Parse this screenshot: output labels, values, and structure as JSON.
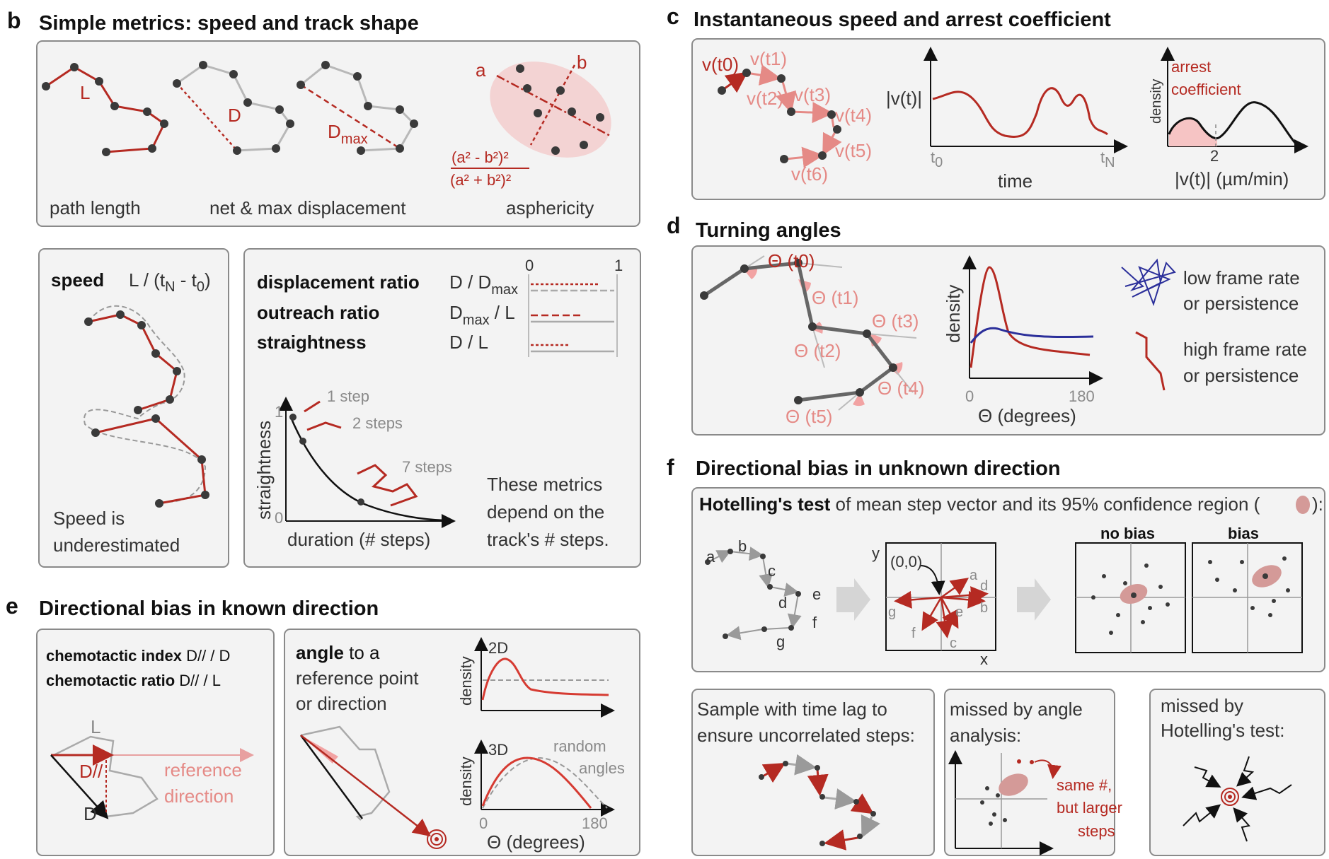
{
  "b": {
    "letter": "b",
    "title": "Simple metrics: speed and track shape",
    "label_L": "L",
    "label_D": "D",
    "label_Dmax": "D",
    "label_max_sub": "max",
    "label_a": "a",
    "label_b": "b",
    "asph_num": "(a² - b²)²",
    "asph_den": "(a² + b²)²",
    "cap_path": "path length",
    "cap_disp": "net & max displacement",
    "cap_asph": "asphericity",
    "speed_title": "speed",
    "speed_formula": "L / (t",
    "speed_formula_N": "N",
    "speed_formula_mid": " - t",
    "speed_formula_0": "0",
    "speed_formula_end": ")",
    "speed_note1": "Speed is",
    "speed_note2": "underestimated",
    "ratio_scale0": "0",
    "ratio_scale1": "1",
    "ratios": [
      {
        "name": "displacement ratio",
        "formula": "D / D",
        "sub": "max"
      },
      {
        "name": "outreach ratio",
        "formula": "D",
        "sub": "max",
        "tail": " / L"
      },
      {
        "name": "straightness",
        "formula": "D / L"
      }
    ],
    "straight_ylabel": "straightness",
    "straight_xlabel": "duration (# steps)",
    "straight_y1": "1",
    "straight_y0": "0",
    "step1": "1 step",
    "step2": "2 steps",
    "step7": "7 steps",
    "note1": "These metrics",
    "note2": "depend on the",
    "note3": "track's # steps."
  },
  "c": {
    "letter": "c",
    "title": "Instantaneous speed and arrest coefficient",
    "v_labels": [
      "v(t0)",
      "v(t1)",
      "v(t2)",
      "v(t3)",
      "v(t4)",
      "v(t5)",
      "v(t6)"
    ],
    "speed_ylabel": "|v(t)|",
    "speed_xlabel": "time",
    "t0": "t",
    "t0_sub": "0",
    "tN": "t",
    "tN_sub": "N",
    "arrest1": "arrest",
    "arrest2": "coefficient",
    "density": "density",
    "tick2": "2",
    "hist_xlabel": "|v(t)| (µm/min)"
  },
  "d": {
    "letter": "d",
    "title": "Turning angles",
    "theta_labels": [
      "Θ (t0)",
      "Θ (t1)",
      "Θ (t2)",
      "Θ (t3)",
      "Θ (t4)",
      "Θ (t5)"
    ],
    "density": "density",
    "x0": "0",
    "x180": "180",
    "xlabel": "Θ (degrees)",
    "low1": "low frame rate",
    "low2": "or persistence",
    "high1": "high frame rate",
    "high2": "or persistence"
  },
  "e": {
    "letter": "e",
    "title": "Directional bias in known direction",
    "ci_bold": "chemotactic index",
    "ci_rest": " D// / D",
    "cr_bold": "chemotactic ratio",
    "cr_rest": " D// / L",
    "lbl_L": "L",
    "lbl_Dpar": "D//",
    "lbl_D": "D",
    "ref1": "reference",
    "ref2": "direction",
    "angle_bold": "angle",
    "angle_rest": " to a",
    "angle2": "reference point",
    "angle3": "or direction",
    "dens": "density",
    "lbl2D": "2D",
    "lbl3D": "3D",
    "rand1": "random",
    "rand2": "angles",
    "x0": "0",
    "x180": "180",
    "xlabel": "Θ (degrees)"
  },
  "f": {
    "letter": "f",
    "title": "Directional bias in unknown direction",
    "hot_bold": "Hotelling's test",
    "hot_rest": " of mean step vector and its 95% confidence region (",
    "hot_end": "):",
    "step_letters": [
      "a",
      "b",
      "c",
      "d",
      "e",
      "f",
      "g"
    ],
    "origin": "(0,0)",
    "ax_y": "y",
    "ax_x": "x",
    "nobias": "no bias",
    "bias": "bias",
    "lag1": "Sample with time lag to",
    "lag2": "ensure uncorrelated steps:",
    "miss_angle1": "missed by angle",
    "miss_angle2": "analysis:",
    "same1": "same #,",
    "same2": "but larger",
    "same3": "steps",
    "miss_hot1": "missed by",
    "miss_hot2": "Hotelling's test:"
  }
}
